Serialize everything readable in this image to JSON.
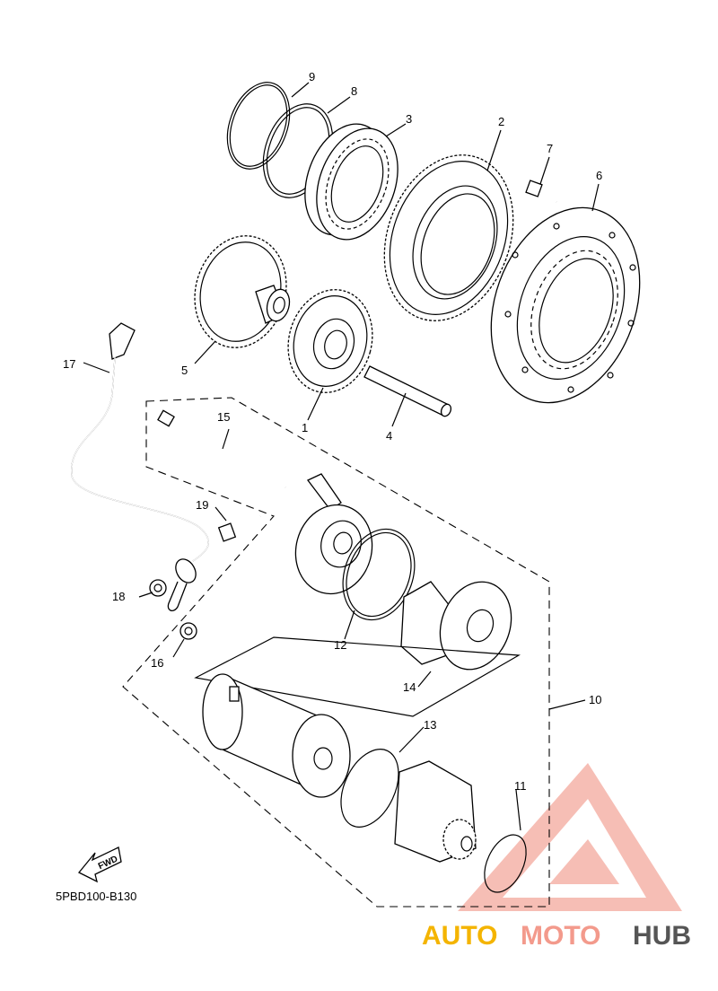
{
  "diagram_code": "5PBD100-B130",
  "fwd_label": "FWD",
  "watermark": {
    "part1": "AUTO",
    "part2": "MOTO",
    "part3": "HUB"
  },
  "callouts": {
    "c1": "1",
    "c2": "2",
    "c3": "3",
    "c4": "4",
    "c5": "5",
    "c6": "6",
    "c7": "7",
    "c8": "8",
    "c9": "9",
    "c10": "10",
    "c11": "11",
    "c12": "12",
    "c13": "13",
    "c14": "14",
    "c15": "15",
    "c16": "16",
    "c17": "17",
    "c18": "18",
    "c19": "19"
  },
  "colors": {
    "watermark_red": "#f08a7a",
    "watermark_orange": "#f4b400",
    "watermark_gray": "#555555"
  }
}
